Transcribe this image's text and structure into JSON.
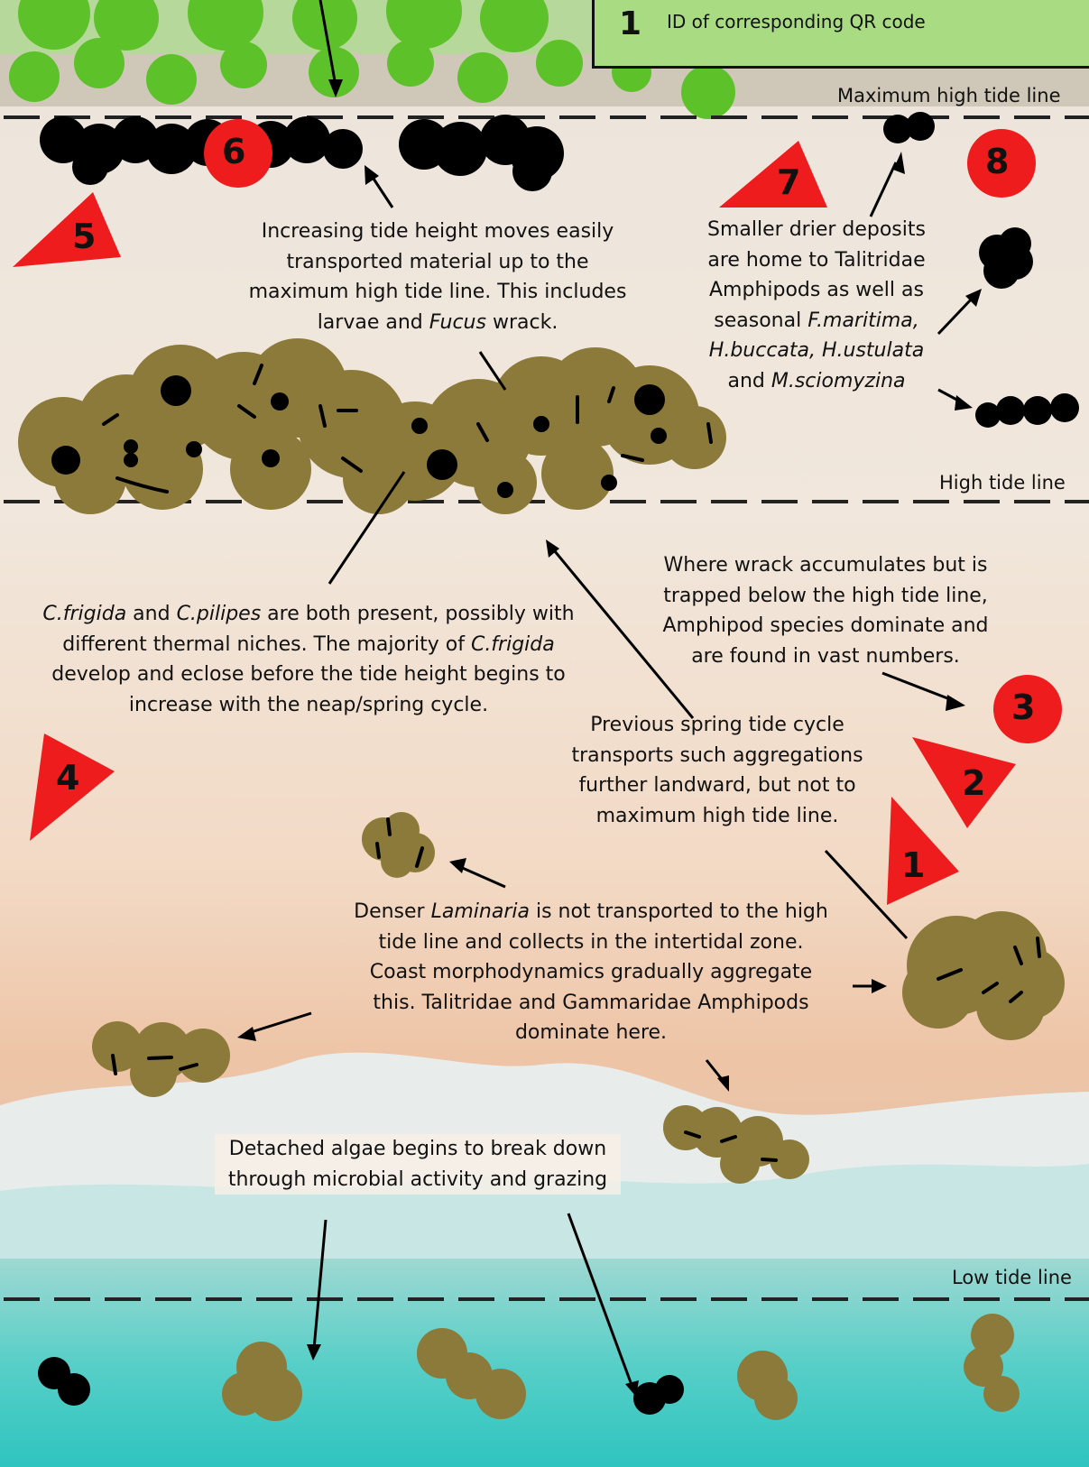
{
  "legend": {
    "number": "1",
    "text": "ID of corresponding QR code"
  },
  "tide_lines": {
    "maximum": "Maximum high tide line",
    "high": "High tide line",
    "low": "Low tide line"
  },
  "annotations": {
    "max_tide_text": [
      "Increasing tide height moves easily",
      "transported material up to the",
      "maximum high tide line. This includes"
    ],
    "max_tide_last": {
      "pre": "larvae and ",
      "italic": "Fucus",
      "post": " wrack."
    },
    "drier_text": {
      "line1": "Smaller drier deposits",
      "line2": "are home to Talitridae",
      "line3": "Amphipods as well as",
      "line4_pre": "seasonal ",
      "line4_italic": "F.maritima,",
      "line5_italic": "H.buccata, H.ustulata",
      "line6_pre": "and ",
      "line6_italic": "M.sciomyzina"
    },
    "coelopa_text": {
      "i1": "C.frigida",
      "t1": " and ",
      "i2": "C.pilipes",
      "t2": " are both present, possibly with",
      "line2_pre": "different thermal niches. The majority of ",
      "line2_italic": "C.frigida",
      "line3": "develop and eclose before the tide height begins to",
      "line4": "increase with the neap/spring cycle."
    },
    "amphipod_text": [
      "Where wrack accumulates but is",
      "trapped below the high tide line,",
      "Amphipod species dominate and",
      "are found in vast numbers."
    ],
    "spring_text": [
      "Previous spring tide cycle",
      "transports such aggregations",
      "further landward, but not to",
      "maximum high tide line."
    ],
    "laminaria_text": {
      "pre": "Denser ",
      "italic": "Laminaria",
      "post": " is not transported to the high",
      "line2": "tide line and collects in the intertidal zone.",
      "line3": "Coast morphodynamics gradually aggregate",
      "line4": "this. Talitridae and Gammaridae Amphipods",
      "line5": "dominate here."
    },
    "detached_text": [
      "Detached algae begins to break down",
      "through microbial activity and  grazing"
    ]
  },
  "markers": {
    "circles": [
      "6",
      "8",
      "3"
    ],
    "triangles": [
      "5",
      "7",
      "4",
      "2",
      "1"
    ]
  },
  "colors": {
    "marker_red": "#ee1c1c",
    "wrack_brown": "#8b7a3a",
    "sea": "#3fc9c2",
    "vegetation": "#5dc12a",
    "sand": "#efe3d3"
  }
}
